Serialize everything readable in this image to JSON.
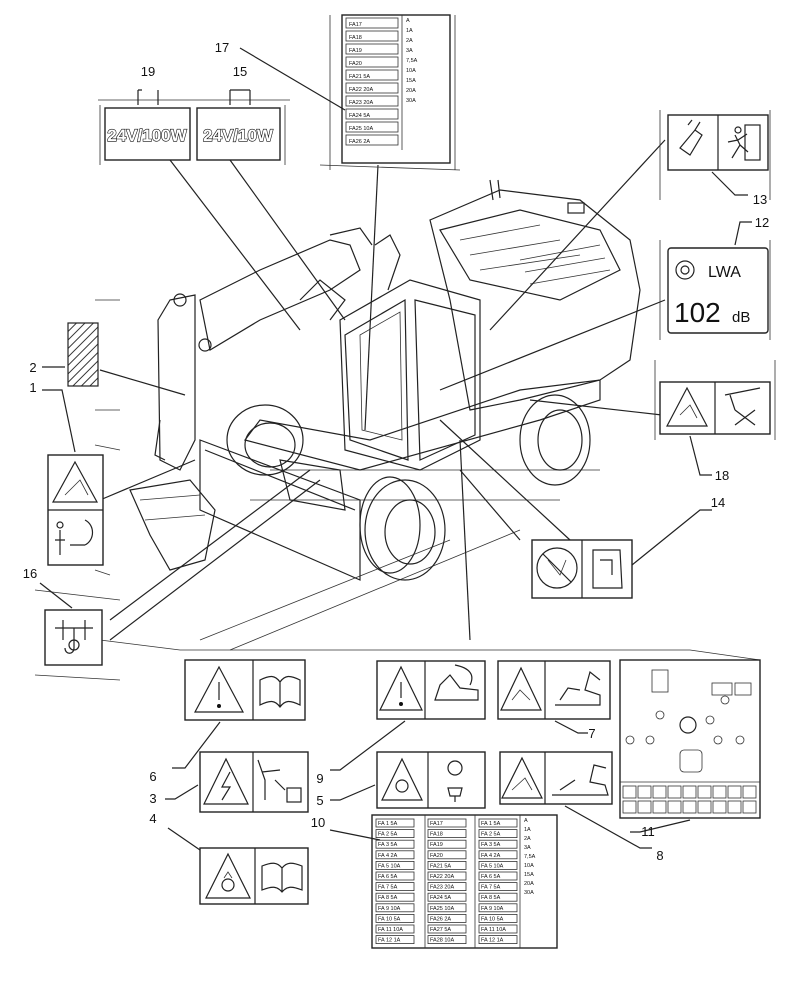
{
  "callouts": {
    "c1": "1",
    "c2": "2",
    "c3": "3",
    "c4": "4",
    "c5": "5",
    "c6": "6",
    "c7": "7",
    "c8": "8",
    "c9": "9",
    "c10": "10",
    "c11": "11",
    "c12": "12",
    "c13": "13",
    "c14": "14",
    "c15": "15",
    "c16": "16",
    "c17": "17",
    "c18": "18",
    "c19": "19"
  },
  "labels": {
    "voltage_100w": "24V/100W",
    "voltage_10w": "24V/10W",
    "noise_symbol": "LWA",
    "noise_value": "102",
    "noise_unit": "dB"
  },
  "fuse_decal_top": {
    "fuses": [
      "FA17",
      "FA18",
      "FA19",
      "FA20",
      "FA21 5A",
      "FA22 20A",
      "FA23 20A",
      "FA24 5A",
      "FA25 10A",
      "FA26 2A"
    ],
    "legend": [
      "A",
      "1A",
      "2A",
      "3A",
      "7,5A",
      "10A",
      "15A",
      "20A",
      "30A"
    ]
  },
  "fuse_decal_bottom": {
    "col1": [
      "FA 1 5A",
      "FA 2 5A",
      "FA 3 5A",
      "FA 4 2A",
      "FA 5 10A",
      "FA 6 5A",
      "FA 7 5A",
      "FA 8 5A",
      "FA 9 10A",
      "FA 10 5A",
      "FA 11 10A",
      "FA 12 1A"
    ],
    "col2": [
      "FA17",
      "FA18",
      "FA19",
      "FA20",
      "FA21 5A",
      "FA22 20A",
      "FA23 20A",
      "FA24 5A",
      "FA25 10A",
      "FA26 2A",
      "FA27 5A",
      "FA28 10A"
    ],
    "col3": [
      "FA 1 5A",
      "FA 2 5A",
      "FA 3 5A",
      "FA 4 2A",
      "FA 5 10A",
      "FA 6 5A",
      "FA 7 5A",
      "FA 8 5A",
      "FA 9 10A",
      "FA 10 5A",
      "FA 11 10A",
      "FA 12 1A"
    ],
    "legend": [
      "A",
      "1A",
      "2A",
      "3A",
      "7,5A",
      "10A",
      "15A",
      "20A",
      "30A"
    ]
  },
  "colors": {
    "line": "#222222",
    "paper": "#ffffff",
    "hatch": "#333333"
  }
}
